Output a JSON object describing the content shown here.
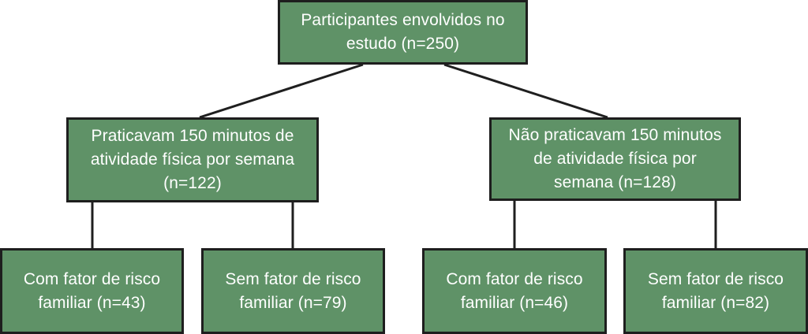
{
  "diagram": {
    "root": {
      "line1": "Participantes envolvidos no",
      "line2": "estudo (n=250)"
    },
    "left": {
      "line1": "Praticavam 150 minutos de",
      "line2": "atividade física por semana",
      "line3": "(n=122)",
      "children": [
        {
          "line1": "Com fator de risco",
          "line2": "familiar (n=43)"
        },
        {
          "line1": "Sem fator de risco",
          "line2": "familiar (n=79)"
        }
      ]
    },
    "right": {
      "line1": "Não praticavam 150 minutos",
      "line2": "de atividade física por",
      "line3": "semana (n=128)",
      "children": [
        {
          "line1": "Com fator de risco",
          "line2": "familiar (n=46)"
        },
        {
          "line1": "Sem fator de risco",
          "line2": "familiar (n=82)"
        }
      ]
    },
    "colors": {
      "box_fill": "#5f9267",
      "box_border": "#1e1e1e",
      "text": "#ffffff",
      "connector": "#1f1f1f"
    }
  }
}
